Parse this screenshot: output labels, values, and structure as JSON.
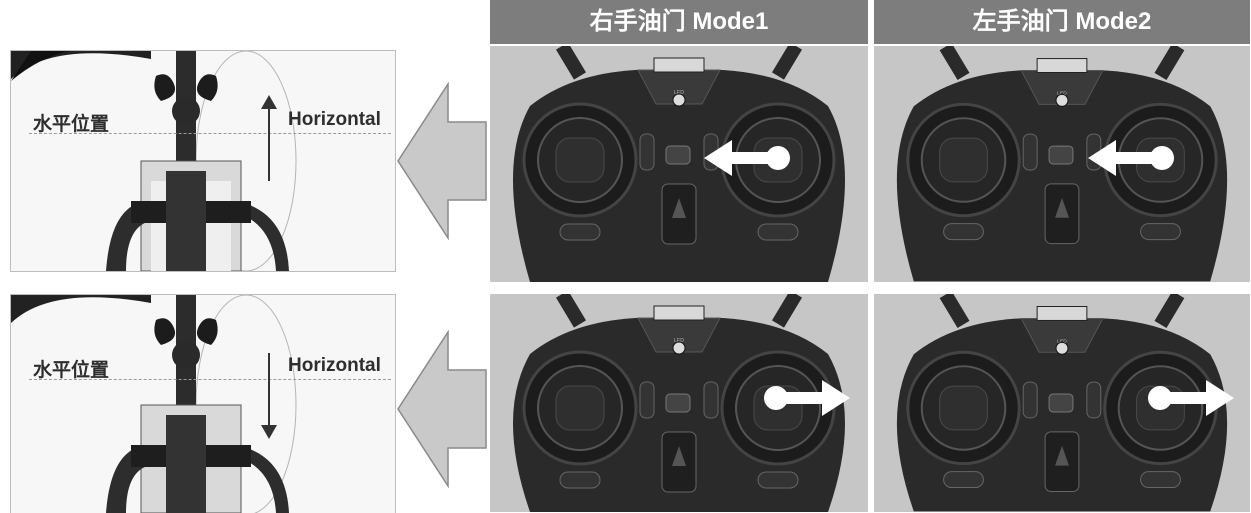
{
  "columns": [
    {
      "header": "右手油门 Mode1"
    },
    {
      "header": "左手油门 Mode2"
    }
  ],
  "rows": [
    {
      "label_cn": "水平位置",
      "label_en": "Horizontal",
      "motion": "up",
      "stick_arrow": "left"
    },
    {
      "label_cn": "水平位置",
      "label_en": "Horizontal",
      "motion": "down",
      "stick_arrow": "right"
    }
  ],
  "transmitter": {
    "led_label": "LED"
  },
  "colors": {
    "header_bg": "#7d7d7d",
    "arrow_white": "#ffffff",
    "transmitter_body": "#2a2a2a",
    "big_arrow": "#c9c9c9"
  },
  "icons": [
    "helicopter-photo",
    "transmitter-image",
    "left-pointing-arrow-icon",
    "up-arrow-icon",
    "down-arrow-icon",
    "stick-direction-arrow-icon"
  ]
}
